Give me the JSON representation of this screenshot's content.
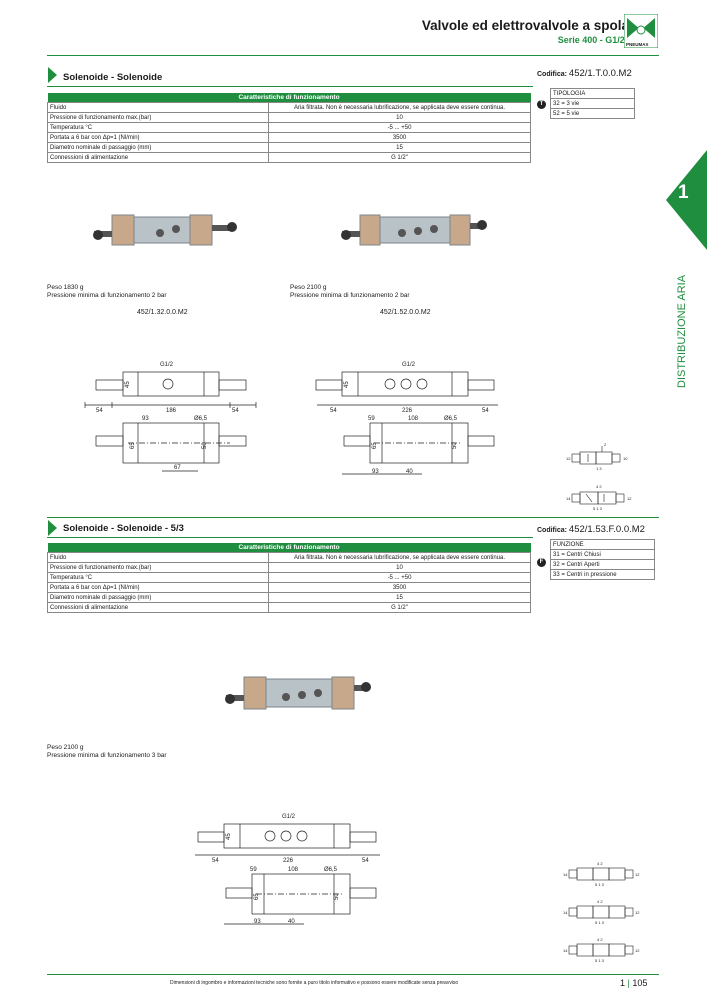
{
  "header": {
    "title": "Valvole ed elettrovalvole a spola",
    "subtitle": "Serie 400 - G1/2\"",
    "logo_text": "PNEUMAX"
  },
  "side_tab": {
    "number": "1",
    "label": "DISTRIBUZIONE ARIA"
  },
  "section1": {
    "title": "Solenoide - Solenoide",
    "codifica_label": "Codifica:",
    "codifica_code": "452/1.T.0.0.M2",
    "table_title": "Caratteristiche di funzionamento",
    "rows": [
      {
        "label": "Fluido",
        "value": "Aria filtrata. Non è necessaria lubrificazione, se applicata deve essere continua."
      },
      {
        "label": "Pressione di funzionamento max.(bar)",
        "value": "10"
      },
      {
        "label": "Temperatura °C",
        "value": "-5 ... +50"
      },
      {
        "label": "Portata a 6 bar con Δp=1 (Nl/min)",
        "value": "3500"
      },
      {
        "label": "Diametro nominale di passaggio (mm)",
        "value": "15"
      },
      {
        "label": "Connessioni di alimentazione",
        "value": "G 1/2\""
      }
    ],
    "option_header": "TIPOLOGIA",
    "option_badge": "T",
    "options": [
      "32 = 3 vie",
      "52 = 5 vie"
    ],
    "products": [
      {
        "weight": "Peso 1830 g",
        "pressure": "Pressione minima di funzionamento 2 bar",
        "code": "452/1.32.0.0.M2"
      },
      {
        "weight": "Peso 2100 g",
        "pressure": "Pressione minima di funzionamento 2 bar",
        "code": "452/1.52.0.0.M2"
      }
    ]
  },
  "section2": {
    "title": "Solenoide - Solenoide - 5/3",
    "codifica_label": "Codifica:",
    "codifica_code": "452/1.53.F.0.0.M2",
    "table_title": "Caratteristiche di funzionamento",
    "rows": [
      {
        "label": "Fluido",
        "value": "Aria filtrata. Non è necessaria lubrificazione, se applicata deve essere continua."
      },
      {
        "label": "Pressione di funzionamento max.(bar)",
        "value": "10"
      },
      {
        "label": "Temperatura °C",
        "value": "-5 ... +50"
      },
      {
        "label": "Portata a 6 bar con Δp=1 (Nl/min)",
        "value": "3500"
      },
      {
        "label": "Diametro nominale di passaggio (mm)",
        "value": "15"
      },
      {
        "label": "Connessioni di alimentazione",
        "value": "G 1/2\""
      }
    ],
    "option_header": "FUNZIONE",
    "option_badge": "F",
    "options": [
      "31 = Centri Chiusi",
      "32 = Centri Aperti",
      "33 = Centri in pressione"
    ],
    "product": {
      "weight": "Peso 2100 g",
      "pressure": "Pressione minima di funzionamento 3 bar"
    }
  },
  "drawings": {
    "d1": {
      "port": "G1/2",
      "h45": "45",
      "w54a": "54",
      "w186": "186",
      "w54b": "54",
      "w93": "93",
      "dia": "Ø6,5",
      "h65": "65",
      "h50": "50",
      "w67": "67"
    },
    "d2": {
      "port": "G1/2",
      "h45": "45",
      "w54a": "54",
      "w226": "226",
      "w54b": "54",
      "w59": "59",
      "w108": "108",
      "dia": "Ø6,5",
      "h65": "65",
      "h50": "50",
      "w93": "93",
      "w40": "40"
    },
    "d3": {
      "port": "G1/2",
      "h45": "45",
      "w54a": "54",
      "w226": "226",
      "w54b": "54",
      "w59": "59",
      "w108": "108",
      "dia": "Ø6,5",
      "h65": "65",
      "h50": "50",
      "w93": "93",
      "w40": "40"
    }
  },
  "symbols": {
    "s1": {
      "l": "12",
      "r": "10",
      "top": "2",
      "bot": "1 3"
    },
    "s2": {
      "l": "14",
      "r": "12",
      "top": "4 2",
      "bot": "5 1 3"
    },
    "s3": {
      "l": "14",
      "r": "12",
      "top": "4 2",
      "bot": "5 1 3"
    }
  },
  "footer": {
    "note": "Dimensioni di ingombro e informazioni tecniche sono fornite a puro titolo informativo e possono essere modificate senza preavviso",
    "chapter": "1",
    "page": "105"
  },
  "colors": {
    "accent": "#1f8f3f"
  }
}
